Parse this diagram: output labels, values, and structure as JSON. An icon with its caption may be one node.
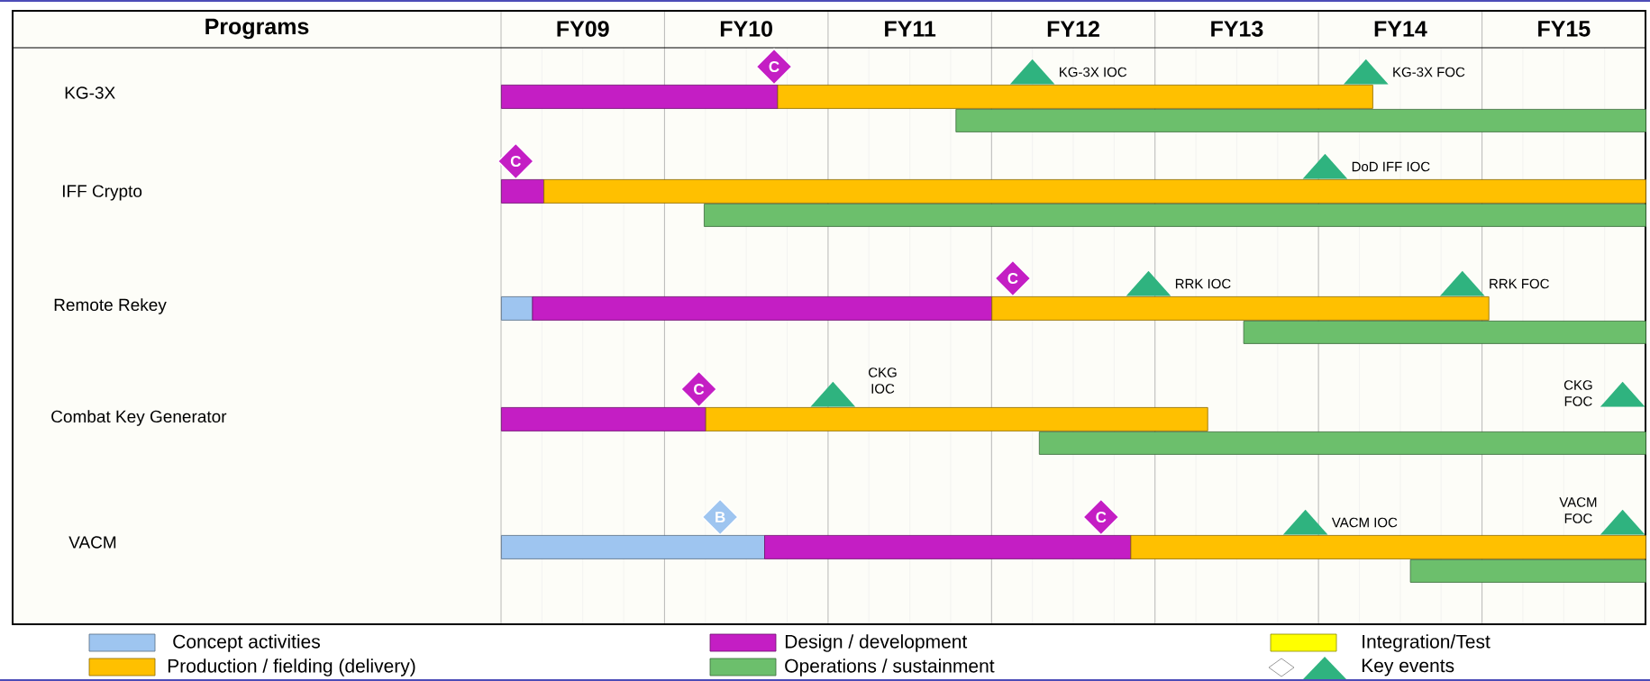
{
  "diagram": {
    "nodes": [
      {
        "text": [
          "C"
        ]
      },
      {
        "text": [],
        "shape": "triangle",
        "beside": [
          "KG-3X IOC"
        ]
      },
      {
        "text": [],
        "shape": "triangle",
        "beside": [
          "KG-3X FOC"
        ]
      },
      {
        "text": [],
        "shape": "bar"
      },
      {
        "text": [],
        "shape": "bar"
      },
      {
        "text": [],
        "shape": "bar"
      },
      {
        "text": [
          "C"
        ]
      },
      {
        "text": [],
        "shape": "triangle",
        "beside": [
          "DoD IFF IOC"
        ]
      },
      {
        "text": [],
        "shape": "bar"
      },
      {
        "text": [],
        "shape": "bar"
      },
      {
        "text": [],
        "shape": "bar"
      },
      {
        "text": [
          "C"
        ]
      },
      {
        "text": [],
        "shape": "triangle",
        "beside": [
          "RRK IOC"
        ]
      },
      {
        "text": [],
        "shape": "triangle",
        "beside": [
          "RRK FOC"
        ]
      },
      {
        "text": [],
        "shape": "bar"
      },
      {
        "text": [],
        "shape": "bar"
      },
      {
        "text": [],
        "shape": "bar"
      },
      {
        "text": [],
        "shape": "bar"
      },
      {
        "text": [
          "C"
        ]
      },
      {
        "text": [],
        "shape": "triangle",
        "beside": [
          "CKG IOC"
        ]
      },
      {
        "text": [],
        "shape": "triangle",
        "beside": [
          "CKG FOC"
        ]
      },
      {
        "text": [],
        "shape": "bar"
      },
      {
        "text": [],
        "shape": "bar"
      },
      {
        "text": [],
        "shape": "bar"
      },
      {
        "text": [
          "B"
        ]
      },
      {
        "text": [
          "C"
        ]
      },
      {
        "text": [],
        "shape": "triangle",
        "beside": [
          "VACM IOC"
        ]
      },
      {
        "text": [],
        "shape": "triangle",
        "beside": [
          "VACM FOC"
        ]
      },
      {
        "text": [],
        "shape": "bar"
      },
      {
        "text": [],
        "shape": "bar"
      },
      {
        "text": [],
        "shape": "bar"
      },
      {
        "text": [],
        "shape": "bar"
      }
    ],
    "labels": [
      "Programs",
      "FY09",
      "FY10",
      "FY11",
      "FY12",
      "FY13",
      "FY14",
      "FY15",
      "KG-3X",
      "IFF Crypto",
      "Remote Rekey",
      "Combat Key Generator",
      "VACM"
    ],
    "legend": [
      {
        "text": "Concept activities",
        "color": "#9ec5f0"
      },
      {
        "text": "Design / development",
        "color": "#c41ec4"
      },
      {
        "text": "Integration/Test",
        "color": "#ffff00"
      },
      {
        "text": "Production / fielding (delivery)",
        "color": "#ffc000"
      },
      {
        "text": "Operations / sustainment",
        "color": "#6cbf6c"
      },
      {
        "text": "Key events"
      }
    ]
  }
}
